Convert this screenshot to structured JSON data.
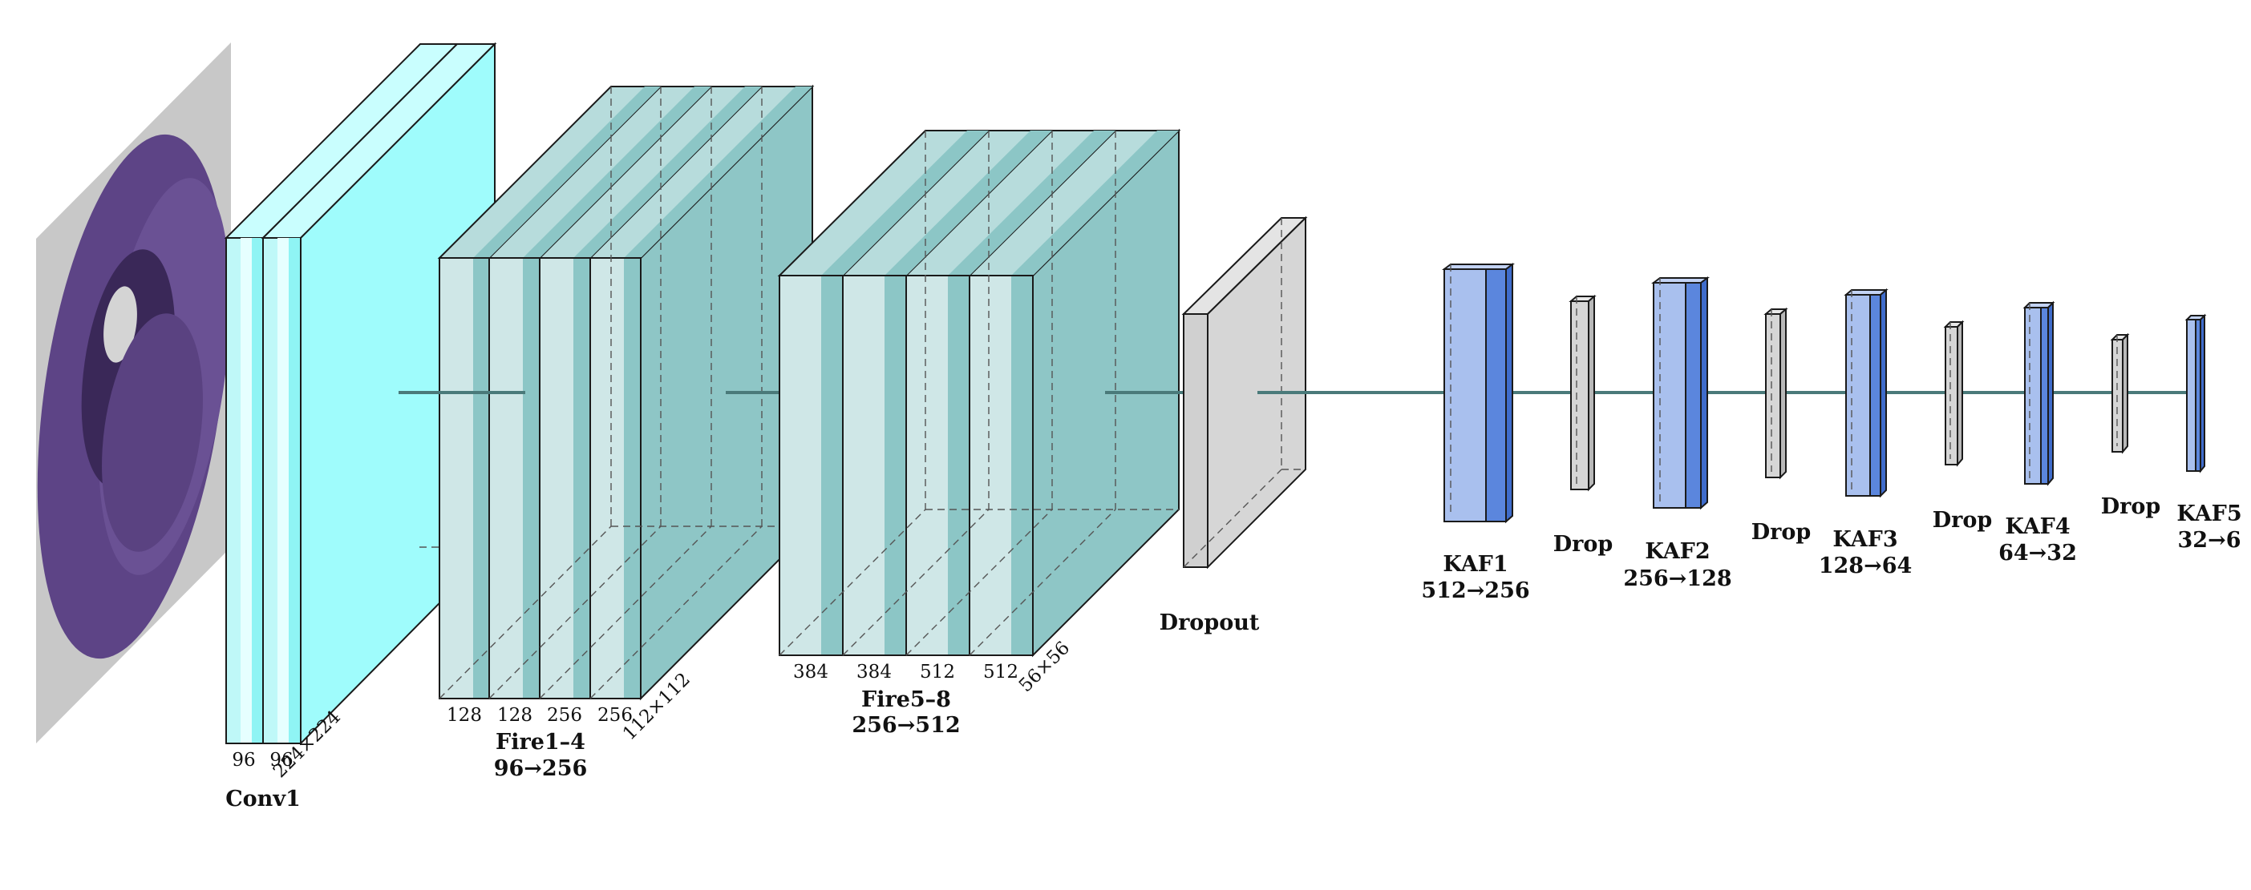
{
  "diagram": {
    "colors": {
      "conv_face": "#9ffcfc",
      "conv_light": "#c9fefe",
      "conv_stripe": "#7ff0f0",
      "fire_face": "#cfe7e7",
      "fire_stripe": "#8cc6c6",
      "fire_side": "#8ec6c6",
      "fire_top": "#b7dcdc",
      "dropout": "#d6d6d6",
      "kaf_light": "#a9c0ee",
      "kaf_dark": "#5b86dd",
      "connector": "#4a7a7a",
      "input_plane": "#c8c8c8",
      "input_ring": "#5e4586"
    },
    "input": {
      "icon": "purple-ring-3d-image"
    },
    "conv1": {
      "name": "Conv1",
      "channels": [
        "96",
        "96"
      ],
      "size": "224×224"
    },
    "fire1": {
      "name": "Fire1–4",
      "dims": "96→256",
      "channels": [
        "128",
        "128",
        "256",
        "256"
      ],
      "size": "112×112"
    },
    "fire5": {
      "name": "Fire5–8",
      "dims": "256→512",
      "channels": [
        "384",
        "384",
        "512",
        "512"
      ],
      "size": "56×56"
    },
    "dropout": {
      "name": "Dropout"
    },
    "fc": [
      {
        "name": "KAF1",
        "dims": "512→256"
      },
      {
        "name": "Drop"
      },
      {
        "name": "KAF2",
        "dims": "256→128"
      },
      {
        "name": "Drop"
      },
      {
        "name": "KAF3",
        "dims": "128→64"
      },
      {
        "name": "Drop"
      },
      {
        "name": "KAF4",
        "dims": "64→32"
      },
      {
        "name": "Drop"
      },
      {
        "name": "KAF5",
        "dims": "32→6"
      }
    ]
  }
}
